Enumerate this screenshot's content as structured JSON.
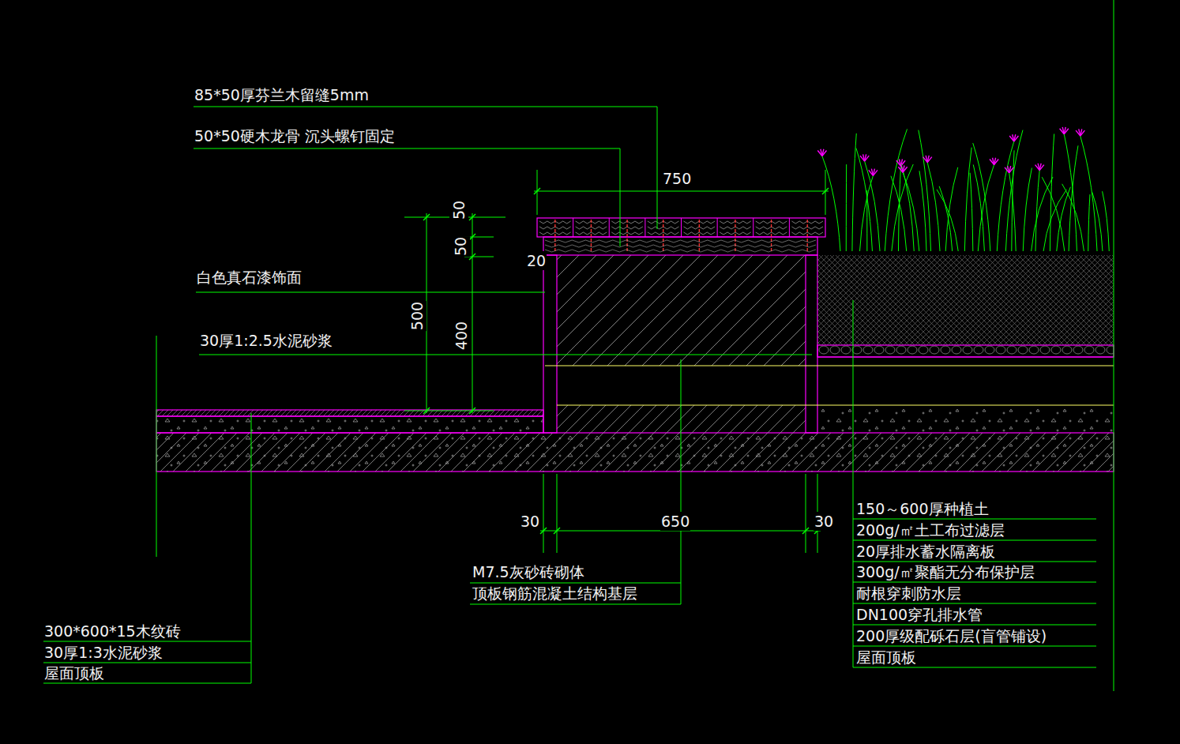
{
  "diagram": {
    "labels": [
      "85*50厚芬兰木留缝5mm",
      "50*50硬木龙骨 沉头螺钉固定",
      "750",
      "50",
      "50",
      "20",
      "白色真石漆饰面",
      "500",
      "400",
      "30厚1:2.5水泥砂浆",
      "30",
      "650",
      "30",
      "M7.5灰砂砖砌体",
      "顶板钢筋混凝土结构基层",
      "150～600厚种植土",
      "200g/㎡土工布过滤层",
      "20厚排水蓄水隔离板",
      "300g/㎡聚酯无分布保护层",
      "耐根穿刺防水层",
      "DN100穿孔排水管",
      "200厚级配砾石层(盲管铺设)",
      "屋面顶板",
      "300*600*15木纹砖",
      "30厚1:3水泥砂浆",
      "屋面顶板"
    ]
  }
}
